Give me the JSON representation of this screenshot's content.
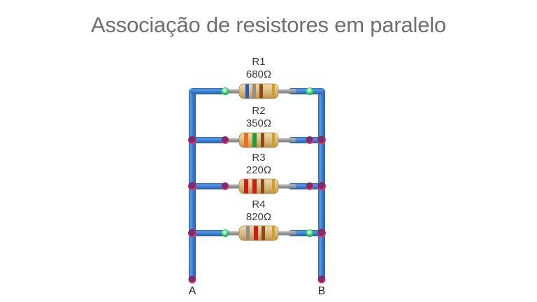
{
  "slide": {
    "title": "Associação de resistores em paralelo",
    "background_color": "#ffffff",
    "title_color": "#6d6e71"
  },
  "circuit": {
    "type": "parallel-resistor-network",
    "wire_color": "#3b7ed4",
    "node_color": "#c0306a",
    "green_connector_color": "#2ecc71",
    "lead_color": "#9a9a9a",
    "resistor_body_color": "#ddc08c",
    "resistors": [
      {
        "id": "R1",
        "name": "R1",
        "value": "680Ω",
        "ohms": 680,
        "bands": [
          "#1f5fbf",
          "#8e8e8e",
          "#8a4b12",
          "#c9a227"
        ],
        "band_names": [
          "blue",
          "grey",
          "brown",
          "gold"
        ],
        "left_connector": "green",
        "right_connector": "green"
      },
      {
        "id": "R2",
        "name": "R2",
        "value": "350Ω",
        "ohms": 350,
        "bands": [
          "#e8701a",
          "#1f9d3a",
          "#8a4b12",
          "#c9a227"
        ],
        "band_names": [
          "orange",
          "green",
          "brown",
          "gold"
        ],
        "left_connector": "node",
        "right_connector": "node"
      },
      {
        "id": "R3",
        "name": "R3",
        "value": "220Ω",
        "ohms": 220,
        "bands": [
          "#cc1b1b",
          "#cc1b1b",
          "#8a4b12",
          "#c9a227"
        ],
        "band_names": [
          "red",
          "red",
          "brown",
          "gold"
        ],
        "left_connector": "node",
        "right_connector": "node"
      },
      {
        "id": "R4",
        "name": "R4",
        "value": "820Ω",
        "ohms": 820,
        "bands": [
          "#8e8e8e",
          "#cc1b1b",
          "#8a4b12",
          "#c9a227"
        ],
        "band_names": [
          "grey",
          "red",
          "brown",
          "gold"
        ],
        "left_connector": "green",
        "right_connector": "green"
      }
    ],
    "terminals": [
      {
        "id": "A",
        "label": "A",
        "side": "left"
      },
      {
        "id": "B",
        "label": "B",
        "side": "right"
      }
    ]
  }
}
